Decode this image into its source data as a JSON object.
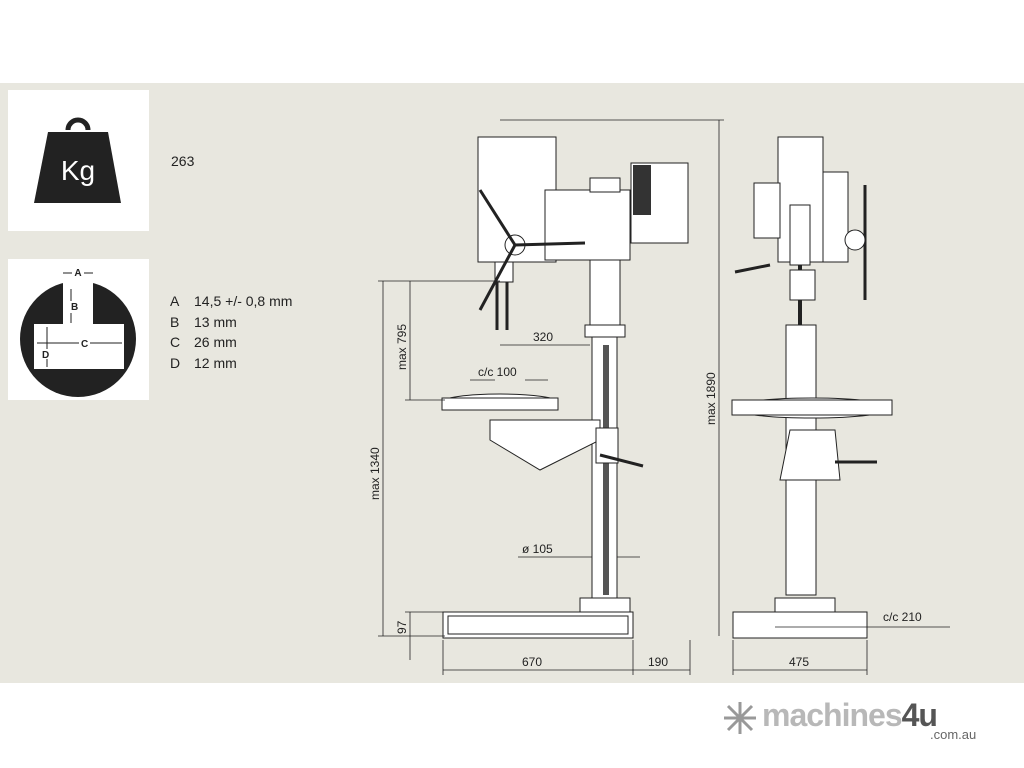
{
  "weight": {
    "unit_label": "Kg",
    "value": "263"
  },
  "t_slot": {
    "labels": {
      "a": "A",
      "b": "B",
      "c": "C",
      "d": "D"
    },
    "rows": [
      {
        "key": "A",
        "value": "14,5 +/- 0,8 mm"
      },
      {
        "key": "B",
        "value": "13 mm"
      },
      {
        "key": "C",
        "value": "26 mm"
      },
      {
        "key": "D",
        "value": "12 mm"
      }
    ]
  },
  "dimensions": {
    "spindle_reach": "320",
    "table_slot_cc": "c/c 100",
    "max_spindle_table": "max 795",
    "max_spindle_base": "max 1340",
    "max_height": "max 1890",
    "column_dia": "ø 105",
    "base_height": "97",
    "base_depth": "670",
    "overhang": "190",
    "base_width": "475",
    "base_slot_cc": "c/c 210"
  },
  "logo": {
    "name": "machines",
    "accent": "4u",
    "domain": ".com.au"
  }
}
